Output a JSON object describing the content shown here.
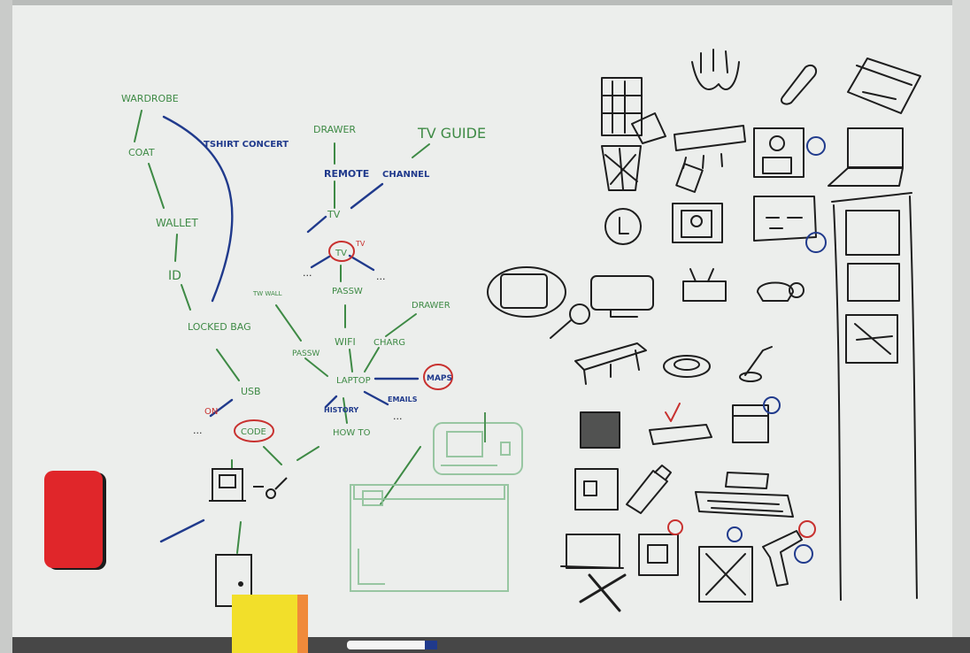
{
  "scene": {
    "colors": {
      "board": "#eceeec",
      "frame": "#b9bcba",
      "green_marker": "#3e8a45",
      "blue_marker": "#203a8c",
      "red_marker": "#c8312f",
      "black_marker": "#1e1e1e",
      "eraser": "#e0262a",
      "sticky_note": "#f2df2a"
    },
    "mind_map": {
      "wardrobe": "WARDROBE",
      "coat": "COAT",
      "tshirt_concert": "TSHIRT CONCERT",
      "wallet": "WALLET",
      "id": "ID",
      "locked_bag": "LOCKED BAG",
      "usb": "USB",
      "code": "CODE",
      "on": "ON",
      "drawer_top": "DRAWER",
      "tv_guide": "TV GUIDE",
      "remote": "REMOTE",
      "channel": "CHANNEL",
      "tv": "TV",
      "tv_red": "TV",
      "passw_top": "PASSW",
      "tv_small": "TW WALL",
      "passw_left": "PASSW",
      "wifi": "WIFI",
      "charg": "CHARG",
      "drawer_right": "DRAWER",
      "laptop": "LAPTOP",
      "maps": "MAPS",
      "history": "HISTORY",
      "emails": "EMAILS",
      "how_to": "HOW TO",
      "ellipsis": "..."
    },
    "icon_names": [
      "bookshelf-icon",
      "pearls-icon",
      "remote-icon",
      "calendar-icon",
      "waste-basket-icon",
      "air-conditioner-icon",
      "person-seal-icon",
      "laptop-icon",
      "clock-icon",
      "portrait-icon",
      "letter-icon",
      "webpage-icon",
      "phone-card-icon",
      "monitor-icon",
      "radio-icon",
      "telephone-icon",
      "table-icon",
      "toilet-icon",
      "lamp-icon",
      "bookcase-icon",
      "router-icon",
      "bin-icon",
      "safe-icon",
      "usb-stick-icon",
      "keyboard-icon",
      "frame-icon",
      "door-icon",
      "crossed-box-icon",
      "pistol-icon"
    ]
  }
}
